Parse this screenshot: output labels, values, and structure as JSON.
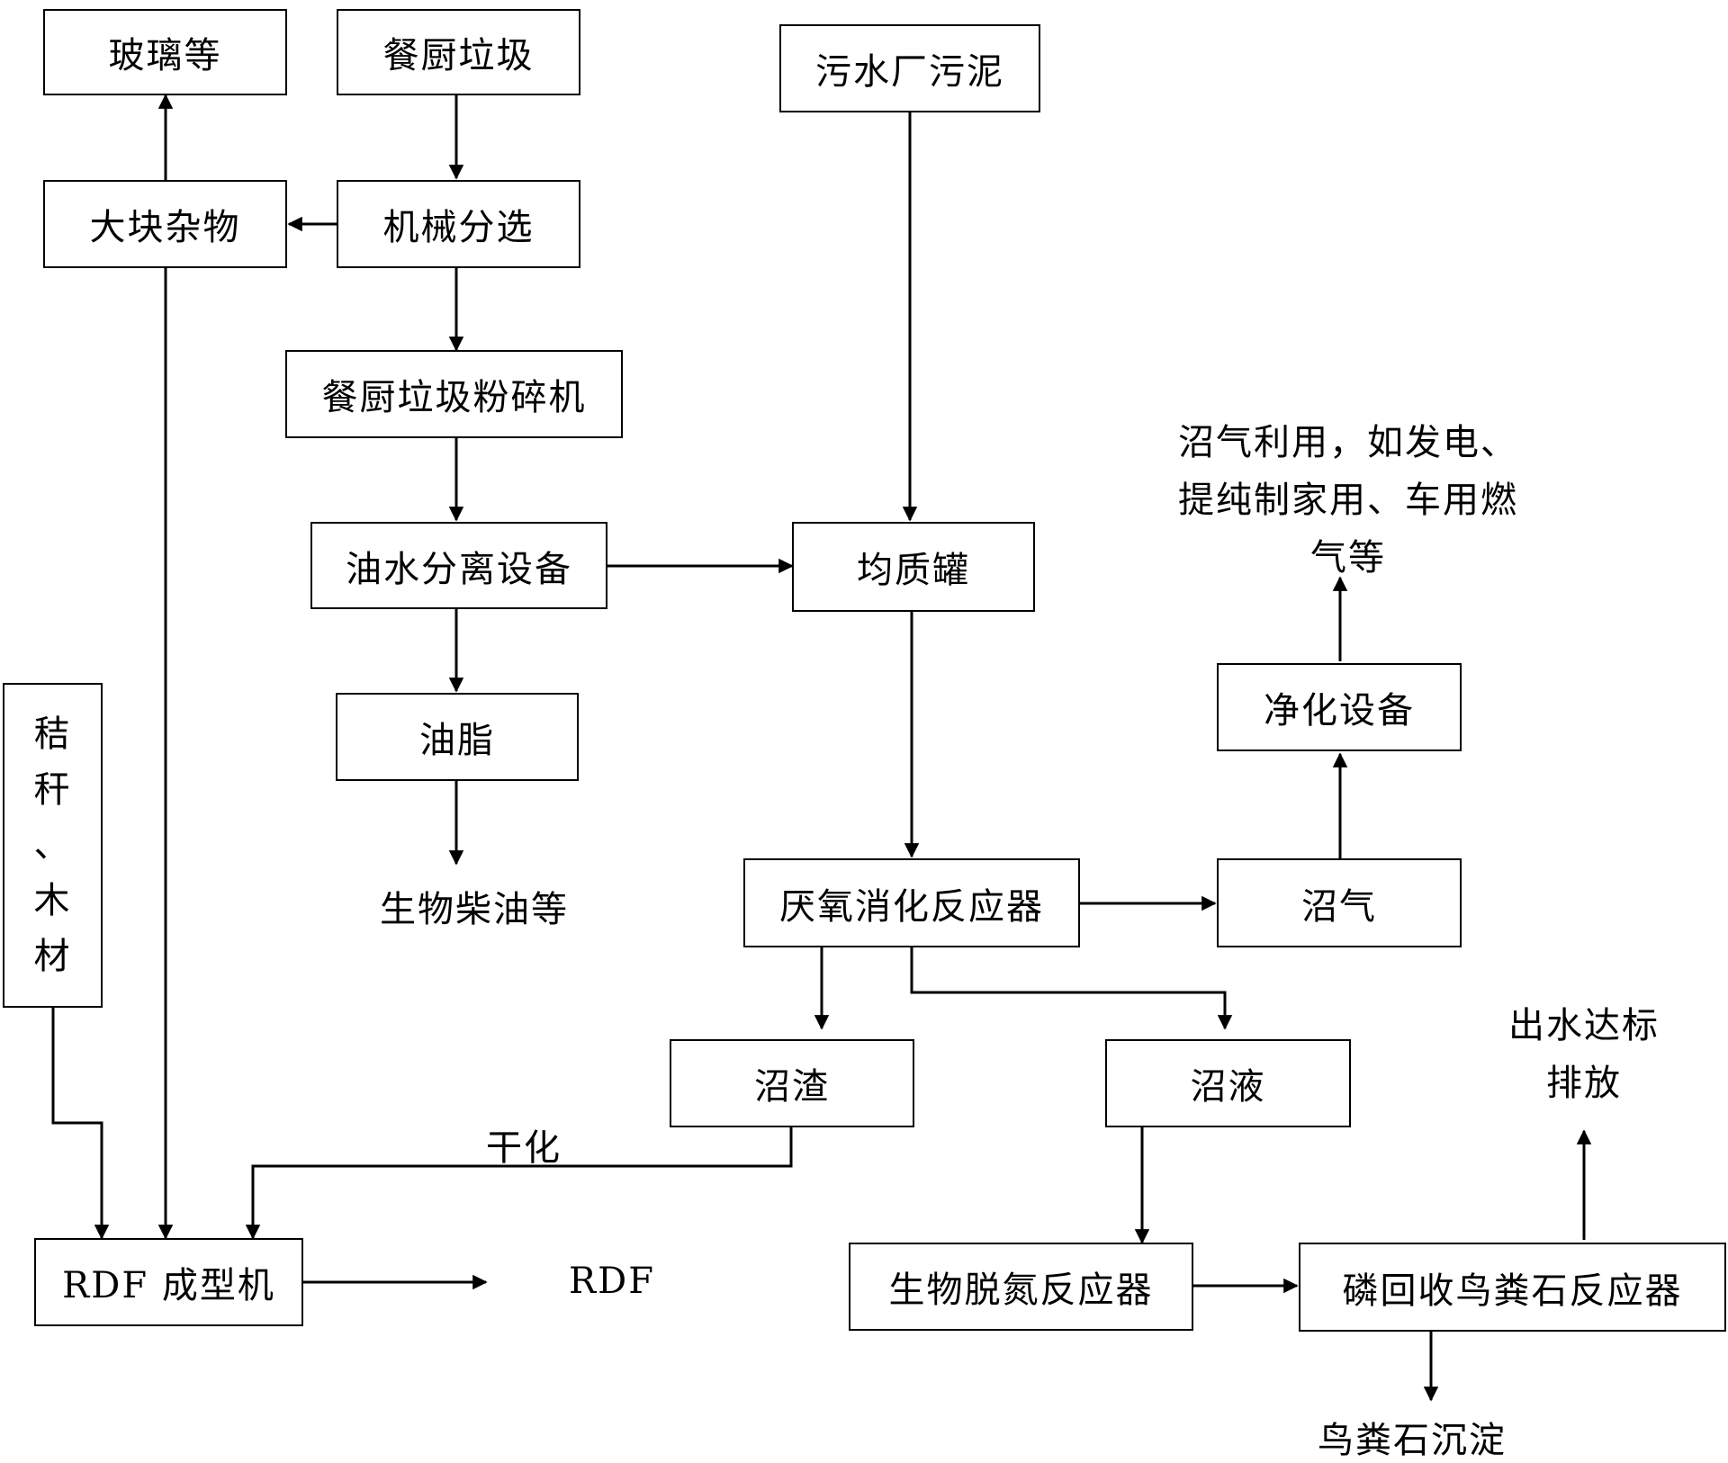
{
  "nodes": {
    "glass": "玻璃等",
    "kitchen_waste": "餐厨垃圾",
    "sewage_sludge": "污水厂污泥",
    "large_debris": "大块杂物",
    "mech_sorting": "机械分选",
    "crusher": "餐厨垃圾粉碎机",
    "oil_water_sep": "油水分离设备",
    "homogenizer": "均质罐",
    "grease": "油脂",
    "biodiesel": "生物柴油等",
    "straw_wood": [
      "秸",
      "秆",
      "、",
      "木",
      "材"
    ],
    "anaerobic_reactor": "厌氧消化反应器",
    "biogas": "沼气",
    "purification": "净化设备",
    "biogas_use": [
      "沼气利用，如发电、",
      "提纯制家用、车用燃",
      "气等"
    ],
    "digestate_solid": "沼渣",
    "digestate_liquid": "沼液",
    "drying": "干化",
    "rdf_machine": "RDF 成型机",
    "rdf": "RDF",
    "denitrification": "生物脱氮反应器",
    "struvite_reactor": "磷回收鸟粪石反应器",
    "effluent": [
      "出水达标",
      "排放"
    ],
    "struvite_precip": "鸟粪石沉淀"
  }
}
